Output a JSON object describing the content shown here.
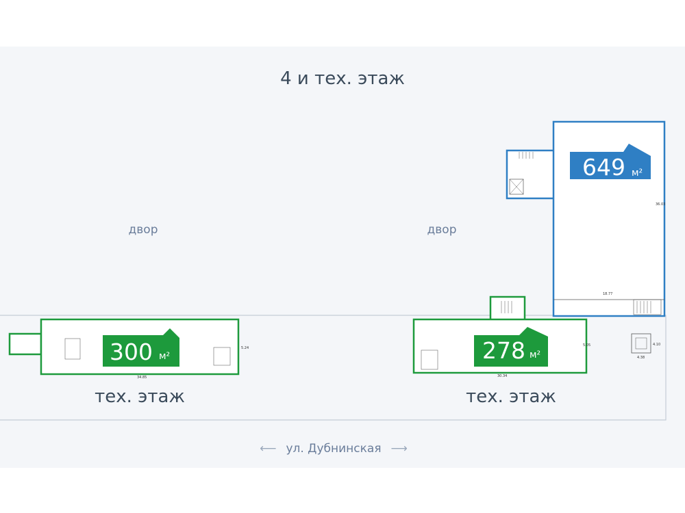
{
  "title": "4 и тех. этаж",
  "yards": {
    "left": "двор",
    "right": "двор"
  },
  "street": {
    "arrow_left": "⟵",
    "name": "ул. Дубнинская",
    "arrow_right": "⟶"
  },
  "areas": [
    {
      "id": "blue",
      "value": "649",
      "unit": "м²",
      "color": "#2f7fc4"
    },
    {
      "id": "left",
      "value": "300",
      "unit": "м²",
      "color": "#1d9a3c",
      "caption": "тех. этаж"
    },
    {
      "id": "right",
      "value": "278",
      "unit": "м²",
      "color": "#1d9a3c",
      "caption": "тех. этаж"
    }
  ],
  "dimensions": {
    "blue_width": "18.77",
    "blue_height": "36.03",
    "left_width": "34.85",
    "left_height": "5.24",
    "right_width": "30.34",
    "right_height": "5.05",
    "right_small": "4.38",
    "right_small_h": "4.10"
  },
  "colors": {
    "outline_green": "#1d9a3c",
    "outline_blue": "#2f7fc4",
    "site": "#f4f6f9"
  }
}
